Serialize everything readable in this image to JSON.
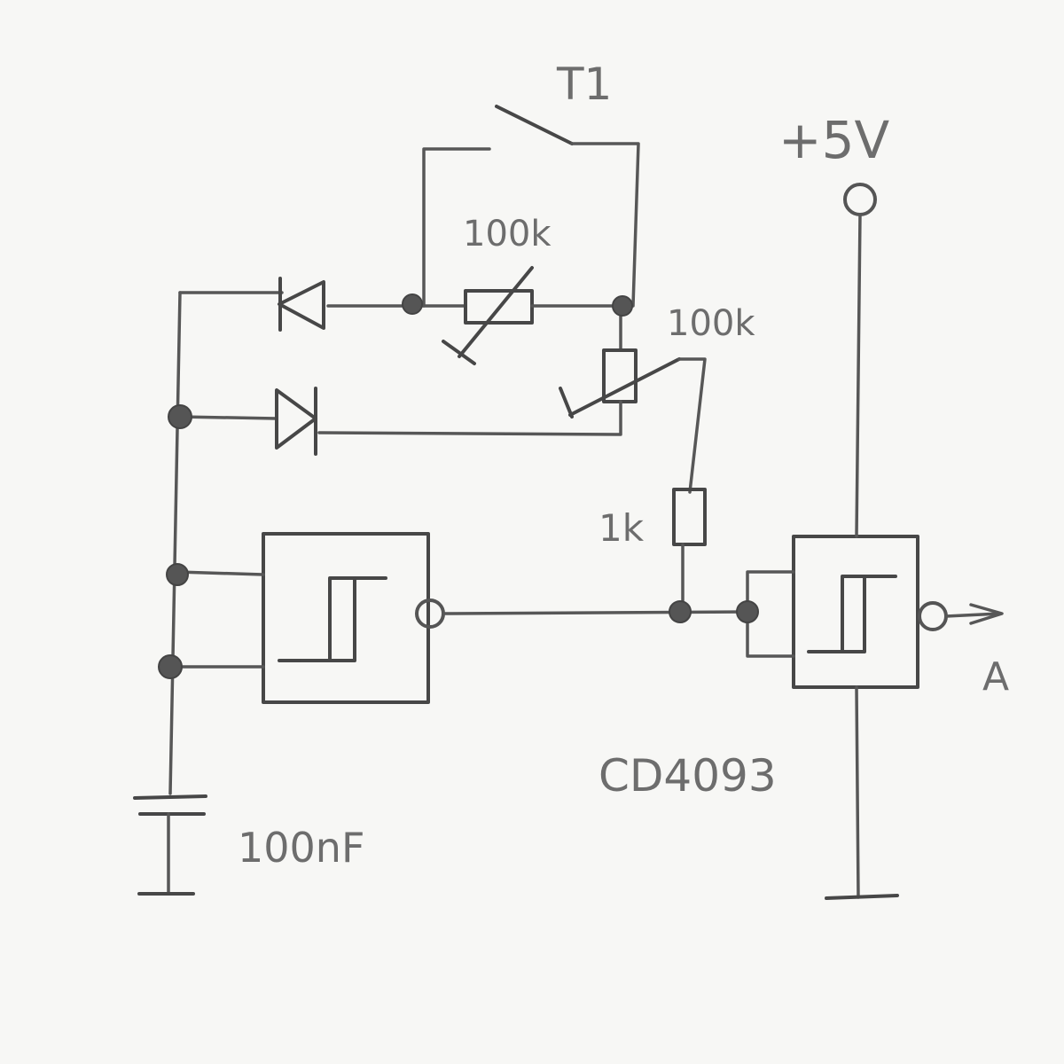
{
  "labels": {
    "switch": "T1",
    "supply": "+5V",
    "pot_top": "100k",
    "pot_right": "100k",
    "resistor": "1k",
    "capacitor": "100nF",
    "chip": "CD4093",
    "output": "A"
  },
  "colors": {
    "paper": "#f7f7f5",
    "pencil": "#555555"
  }
}
